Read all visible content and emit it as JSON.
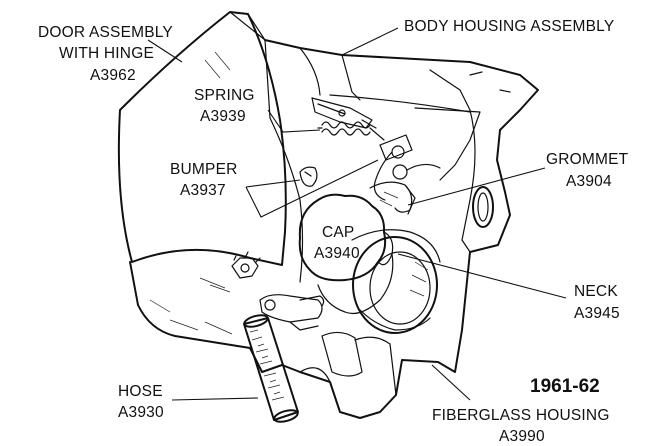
{
  "labels": {
    "door": {
      "name": "DOOR ASSEMBLY",
      "name2": "WITH HINGE",
      "part": "A3962"
    },
    "body_housing": {
      "name": "BODY HOUSING ASSEMBLY"
    },
    "spring": {
      "name": "SPRING",
      "part": "A3939"
    },
    "bumper": {
      "name": "BUMPER",
      "part": "A3937"
    },
    "grommet": {
      "name": "GROMMET",
      "part": "A3904"
    },
    "cap": {
      "name": "CAP",
      "part": "A3940"
    },
    "neck": {
      "name": "NECK",
      "part": "A3945"
    },
    "hose": {
      "name": "HOSE",
      "part": "A3930"
    },
    "fiberglass": {
      "name": "FIBERGLASS HOUSING",
      "part": "A3990"
    }
  },
  "year": "1961-62"
}
